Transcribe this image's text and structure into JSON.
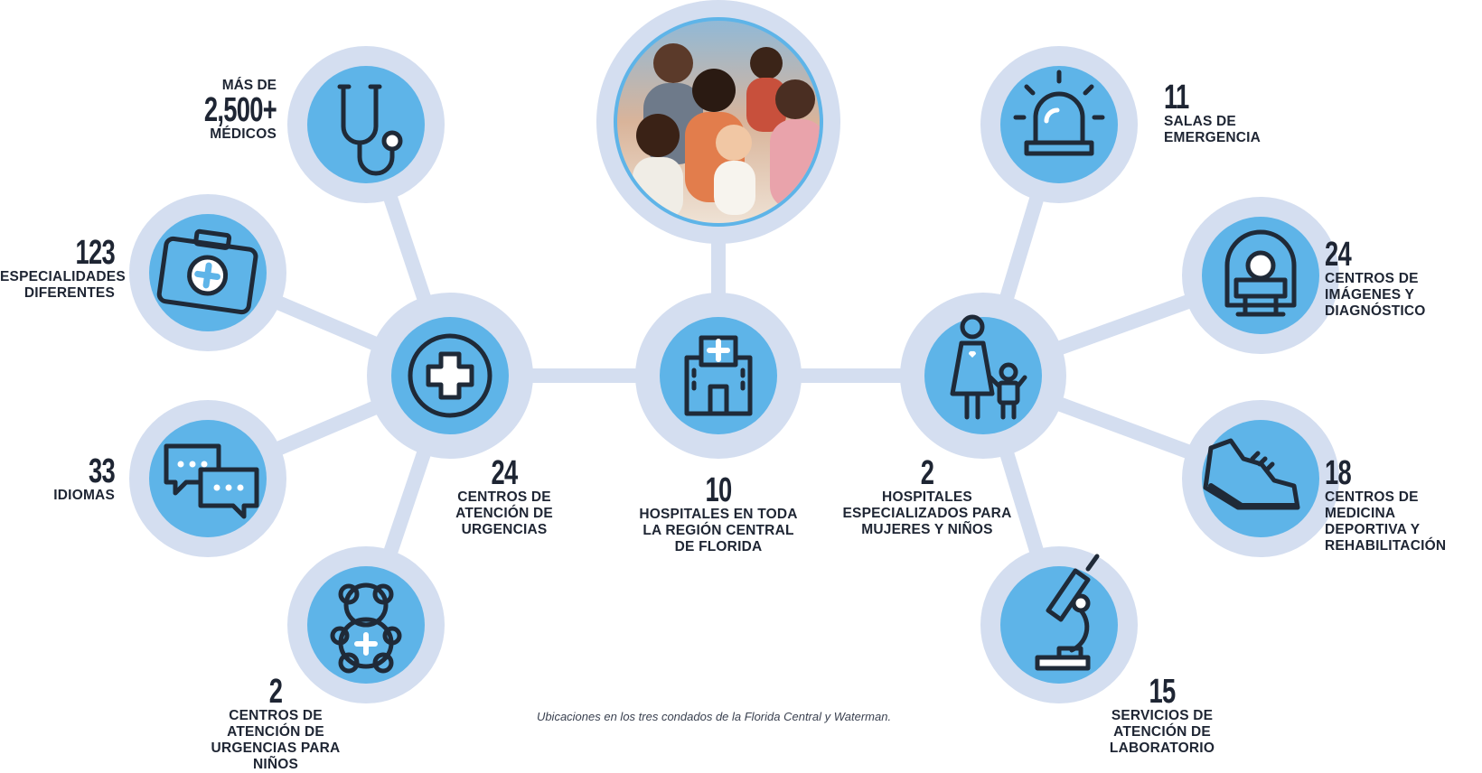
{
  "colors": {
    "ring": "#d4def0",
    "link": "#d4def0",
    "disc": "#5eb4e8",
    "icon_stroke": "#1f2a38",
    "photo_border": "#5eb4e8",
    "text": "#1e2533"
  },
  "nodes": {
    "medicos": {
      "pre": "MÁS DE",
      "number": "2,500+",
      "text": "MÉDICOS",
      "icon": "stethoscope-icon"
    },
    "especialidades": {
      "number": "123",
      "text": "ESPECIALIDADES DIFERENTES",
      "icon": "medical-kit-icon"
    },
    "idiomas": {
      "number": "33",
      "text": "IDIOMAS",
      "icon": "chat-bubbles-icon"
    },
    "urgencias_ninos": {
      "number": "2",
      "text": "CENTROS DE ATENCIÓN DE URGENCIAS PARA NIÑOS",
      "icon": "teddy-bear-icon"
    },
    "urgencias": {
      "number": "24",
      "text": "CENTROS DE ATENCIÓN DE URGENCIAS",
      "icon": "medical-cross-icon"
    },
    "hospitales": {
      "number": "10",
      "text": "HOSPITALES EN TODA LA REGIÓN CENTRAL DE FLORIDA",
      "icon": "hospital-building-icon"
    },
    "familia": {
      "icon": "family-photo"
    },
    "mujeres_ninos": {
      "number": "2",
      "text": "HOSPITALES ESPECIALIZADOS PARA MUJERES Y NIÑOS",
      "icon": "mother-child-icon"
    },
    "emergencia": {
      "number": "11",
      "text": "SALAS DE EMERGENCIA",
      "icon": "siren-icon"
    },
    "imagenes": {
      "number": "24",
      "text": "CENTROS DE IMÁGENES Y DIAGNÓSTICO",
      "icon": "mri-scanner-icon"
    },
    "deportiva": {
      "number": "18",
      "text": "CENTROS DE MEDICINA DEPORTIVA Y REHABILITACIÓN",
      "icon": "sneaker-icon"
    },
    "laboratorio": {
      "number": "15",
      "text": "SERVICIOS DE ATENCIÓN DE LABORATORIO",
      "icon": "microscope-icon"
    }
  },
  "footnote": "Ubicaciones en los tres condados de la Florida Central y Waterman."
}
